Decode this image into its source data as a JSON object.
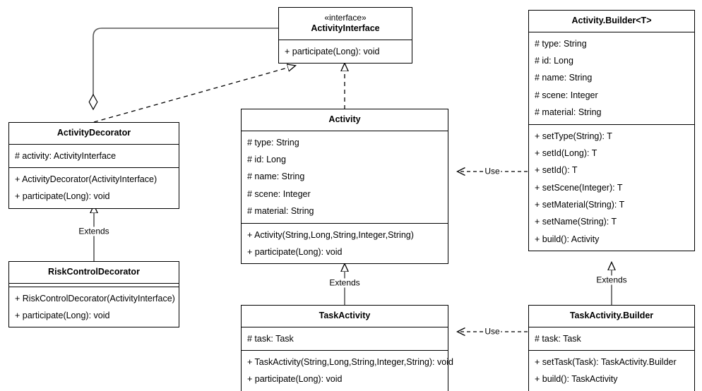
{
  "diagram": {
    "title": "UML class diagram",
    "stroke_color": "#000000",
    "edge_gray": "#5a5a5a",
    "background": "#ffffff"
  },
  "classes": {
    "activity_interface": {
      "stereotype": "«interface»",
      "name": "ActivityInterface",
      "attributes": [],
      "methods": [
        "+ participate(Long): void"
      ]
    },
    "activity_builder": {
      "name": "Activity.Builder<T>",
      "attributes": [
        "# type: String",
        "# id: Long",
        "# name: String",
        "# scene: Integer",
        "# material: String"
      ],
      "methods": [
        "+ setType(String): T",
        "+ setId(Long): T",
        "+ setId(): T",
        "+ setScene(Integer): T",
        "+ setMaterial(String): T",
        "+ setName(String): T",
        "+ build(): Activity"
      ]
    },
    "activity_decorator": {
      "name": "ActivityDecorator",
      "attributes": [
        "# activity: ActivityInterface"
      ],
      "methods": [
        "+ ActivityDecorator(ActivityInterface)",
        "+ participate(Long): void"
      ]
    },
    "activity": {
      "name": "Activity",
      "attributes": [
        "# type: String",
        "# id: Long",
        "# name: String",
        "# scene: Integer",
        "# material: String"
      ],
      "methods": [
        "+ Activity(String,Long,String,Integer,String)",
        "+ participate(Long): void"
      ]
    },
    "risk_control_decorator": {
      "name": "RiskControlDecorator",
      "attributes": [],
      "methods": [
        "+ RiskControlDecorator(ActivityInterface)",
        "+ participate(Long): void"
      ]
    },
    "task_activity": {
      "name": "TaskActivity",
      "attributes": [
        "# task: Task"
      ],
      "methods": [
        "+ TaskActivity(String,Long,String,Integer,String): void",
        "+ participate(Long): void"
      ]
    },
    "task_activity_builder": {
      "name": "TaskActivity.Builder",
      "attributes": [
        "# task: Task"
      ],
      "methods": [
        "+ setTask(Task): TaskActivity.Builder",
        "+ build(): TaskActivity"
      ]
    }
  },
  "edges": {
    "decorator_extends": {
      "label": "Extends",
      "type": "generalization"
    },
    "taskactivity_extends": {
      "label": "Extends",
      "type": "generalization"
    },
    "taskbuilder_extends": {
      "label": "Extends",
      "type": "generalization"
    },
    "builder_use_activity": {
      "label": "Use",
      "type": "dependency"
    },
    "taskbuilder_use_taskactivity": {
      "label": "Use",
      "type": "dependency"
    },
    "decorator_aggregation": {
      "label": "",
      "type": "aggregation"
    },
    "decorator_realizes": {
      "label": "",
      "type": "realization"
    },
    "activity_realizes": {
      "label": "",
      "type": "realization"
    }
  }
}
